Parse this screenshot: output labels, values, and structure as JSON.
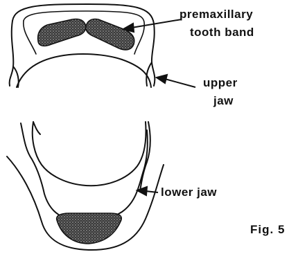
{
  "labels": {
    "premaxillary_line1": "premaxillary",
    "premaxillary_line2": "tooth band",
    "upper_jaw_line1": "upper",
    "upper_jaw_line2": "jaw",
    "lower_jaw": "lower jaw",
    "figure_caption": "Fig. 5"
  },
  "colors": {
    "ink": "#111111",
    "background": "#ffffff"
  }
}
